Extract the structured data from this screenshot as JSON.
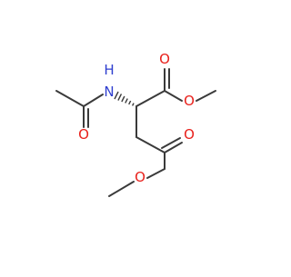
{
  "molecule": {
    "atoms": {
      "nitrogen": "N",
      "hydrogen": "H",
      "amide_oxygen": "O",
      "ester1_carbonyl_oxygen": "O",
      "ester1_ether_oxygen": "O",
      "ester2_carbonyl_oxygen": "O",
      "ester2_ether_oxygen": "O"
    },
    "colors": {
      "bond": "#3a3a3a",
      "nitrogen": "#2f3fcf",
      "oxygen": "#e8201b"
    }
  }
}
